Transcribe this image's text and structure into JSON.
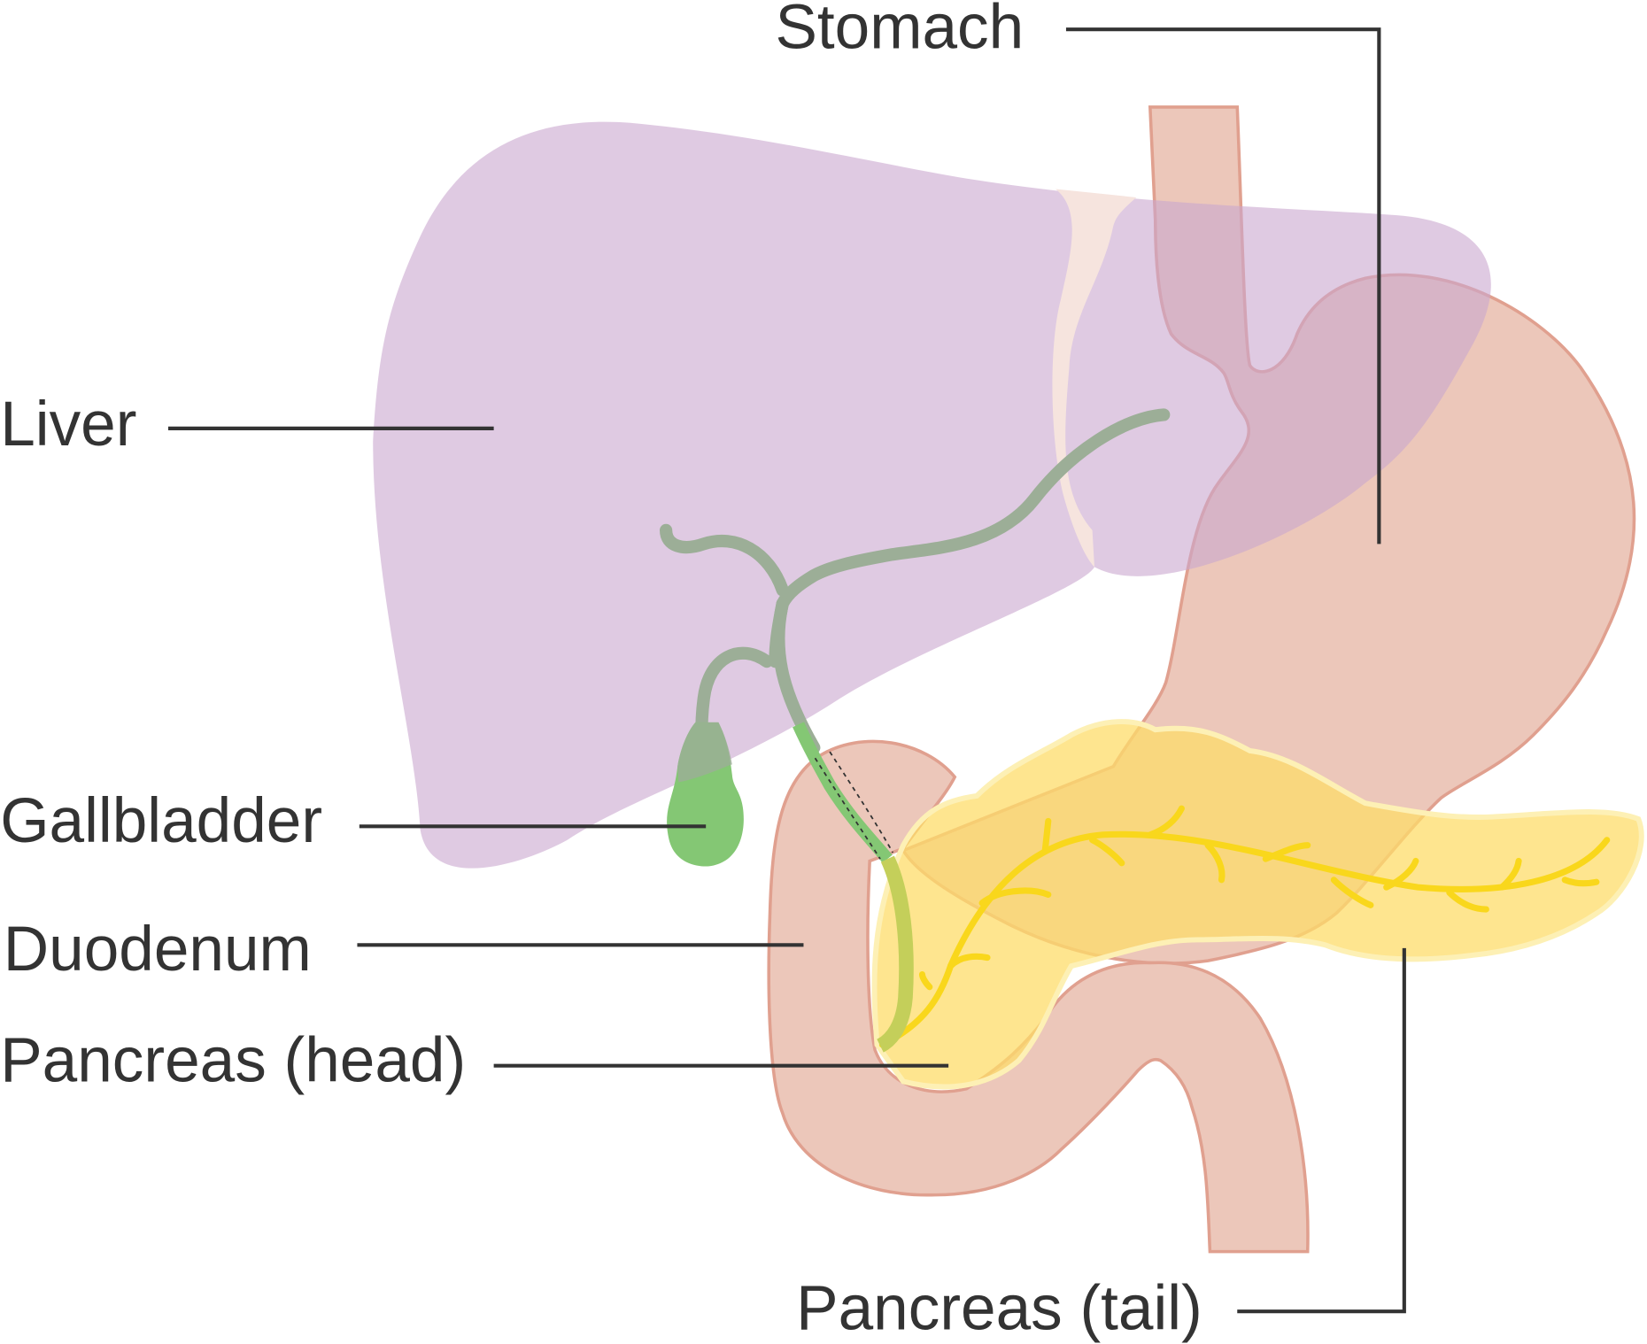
{
  "labels": {
    "stomach": "Stomach",
    "liver": "Liver",
    "gallbladder": "Gallbladder",
    "duodenum": "Duodenum",
    "pancreas_head": "Pancreas (head)",
    "pancreas_tail": "Pancreas (tail)"
  },
  "colors": {
    "liver": "#dfcde3",
    "stomach": "#ecc7ba",
    "stomach_outline": "#e0a08f",
    "pancreas": "#fde58b",
    "pancreatic_duct": "#f9d71c",
    "bile_duct": "#9cae97",
    "gallbladder": "#84c774",
    "label_text": "#333333"
  }
}
